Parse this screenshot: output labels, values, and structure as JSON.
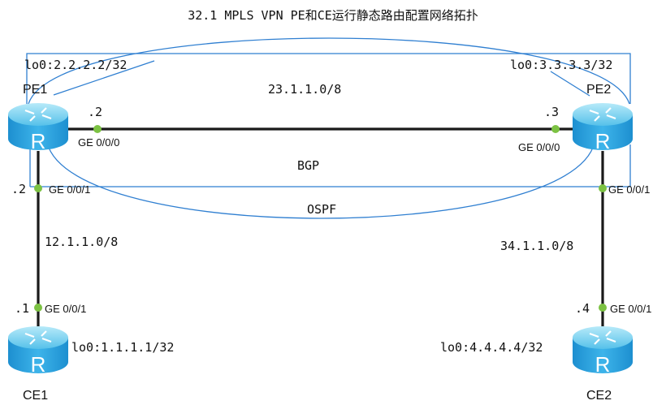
{
  "title": "32.1 MPLS VPN PE和CE运行静态路由配置网络拓扑",
  "devices": {
    "pe1": {
      "name": "PE1",
      "loopback": "lo0:2.2.2.2/32"
    },
    "pe2": {
      "name": "PE2",
      "loopback": "lo0:3.3.3.3/32"
    },
    "ce1": {
      "name": "CE1",
      "loopback": "lo0:1.1.1.1/32"
    },
    "ce2": {
      "name": "CE2",
      "loopback": "lo0:4.4.4.4/32"
    }
  },
  "links": {
    "pe1_pe2": {
      "network": "23.1.1.0/8",
      "pe1_addr": ".2",
      "pe1_port": "GE 0/0/0",
      "pe2_addr": ".3",
      "pe2_port": "GE 0/0/0"
    },
    "pe1_ce1": {
      "network": "12.1.1.0/8",
      "pe1_addr": ".2",
      "pe1_port": "GE 0/0/1",
      "ce1_addr": ".1",
      "ce1_port": "GE 0/0/1"
    },
    "pe2_ce2": {
      "network": "34.1.1.0/8",
      "pe2_port": "GE 0/0/1",
      "ce2_addr": ".4",
      "ce2_port": "GE 0/0/1"
    }
  },
  "protocols": {
    "bgp": "BGP",
    "ospf": "OSPF"
  },
  "router_glyph": "R",
  "colors": {
    "link": "#1a1a1a",
    "session": "#2f7fd1",
    "port_dot": "#7cc243",
    "router_top": "#8ad8f2",
    "router_side": "#2a9fd8"
  }
}
